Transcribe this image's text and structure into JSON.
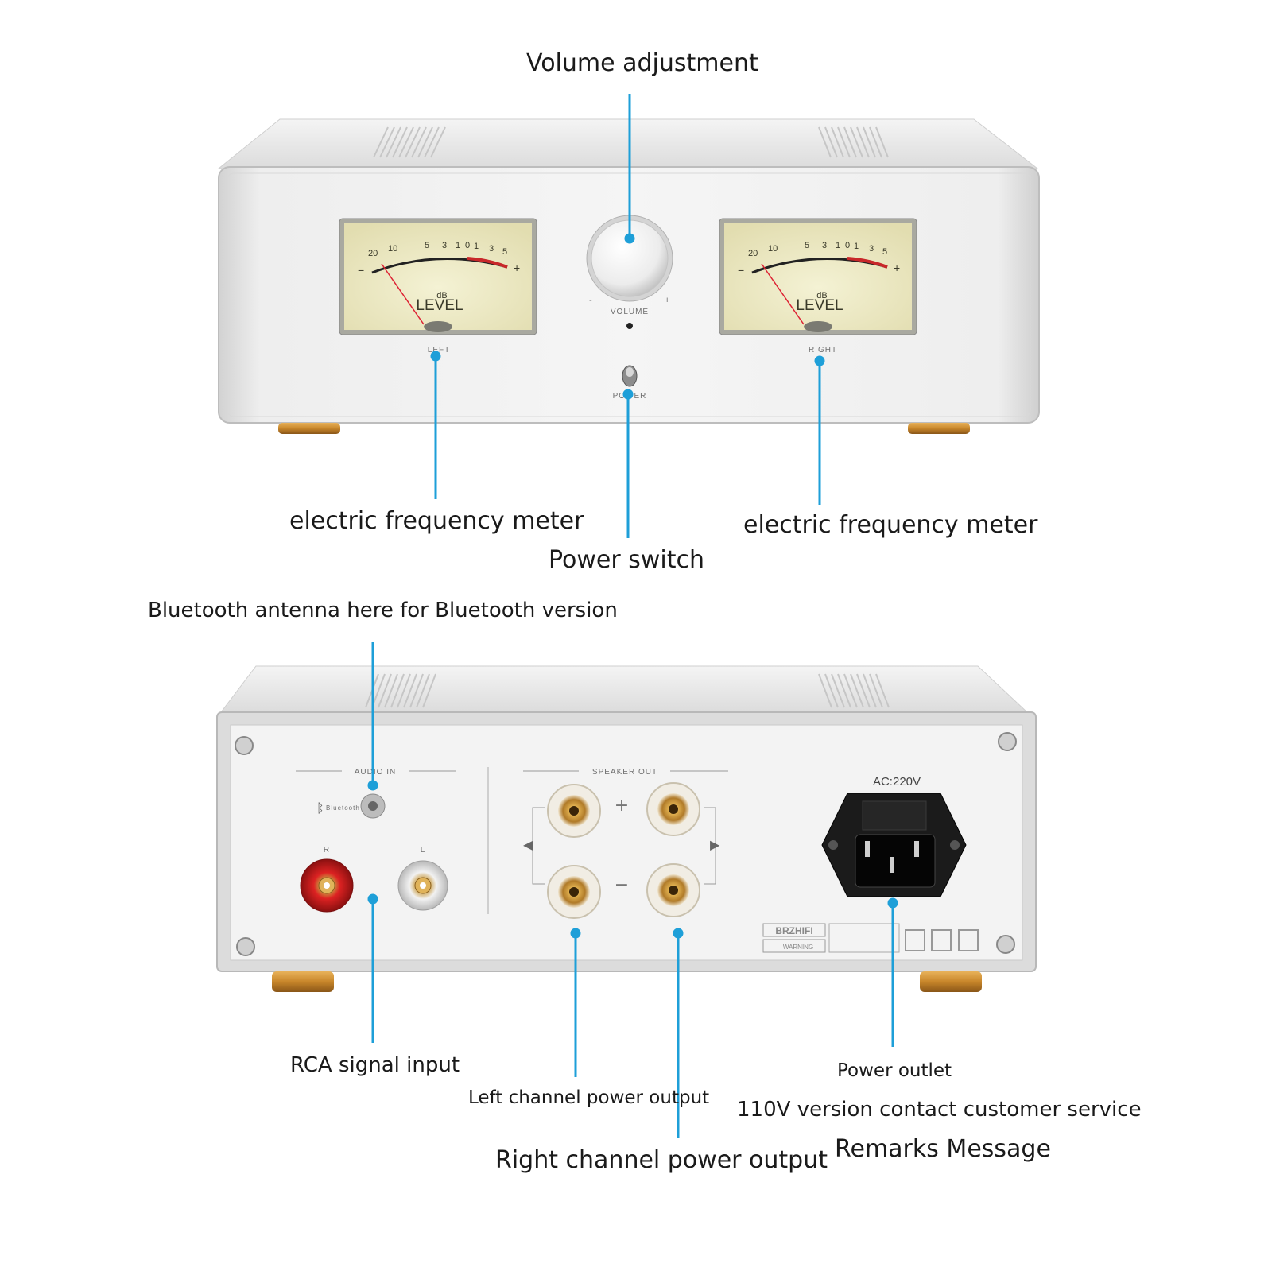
{
  "callouts": {
    "volume_adjustment": "Volume adjustment",
    "meter_left": "electric frequency meter",
    "meter_right": "electric frequency meter",
    "power_switch": "Power switch",
    "bluetooth_antenna": "Bluetooth antenna here for Bluetooth version",
    "rca_input": "RCA signal input",
    "left_channel_output": "Left channel power output",
    "right_channel_output": "Right channel power output",
    "power_outlet": "Power outlet",
    "version_110v": "110V version contact customer service",
    "remarks": "Remarks Message"
  },
  "front_panel": {
    "meter_unit": "dB",
    "meter_title": "LEVEL",
    "meter_minus": "−",
    "meter_plus": "+",
    "meter_scale_black": [
      "20",
      "10",
      "5",
      "3",
      "1",
      "0"
    ],
    "meter_scale_red": [
      "1",
      "3",
      "5"
    ],
    "meter_left_label": "LEFT",
    "meter_right_label": "RIGHT",
    "volume_label": "VOLUME",
    "volume_minus": "-",
    "volume_plus": "+",
    "power_label": "POWER"
  },
  "rear_panel": {
    "audio_in_label": "AUDIO IN",
    "bluetooth_label": "Bluetooth",
    "rca_r": "R",
    "rca_l": "L",
    "speaker_out_label": "SPEAKER OUT",
    "plus_sign": "+",
    "minus_sign": "−",
    "ac_label": "AC:220V",
    "brand": "BRZHIFI",
    "warning_label": "WARNING"
  },
  "colors": {
    "callout_line": "#1e9fd8",
    "chassis": "#e4e4e4",
    "meter_face": "#ece9c2",
    "rca_red": "#c81e1e",
    "gold": "#c8962e"
  }
}
